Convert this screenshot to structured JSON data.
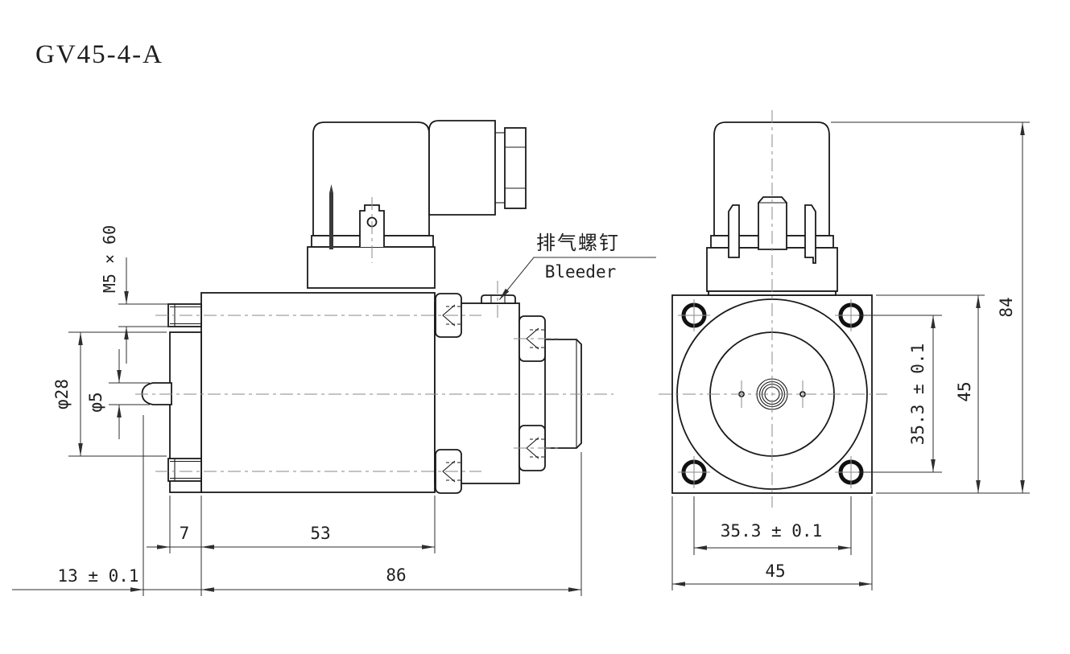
{
  "title": "GV45-4-A",
  "drawing_type": "solenoid-valve-engineering-drawing",
  "side_view": {
    "dim_bolt": "M5 × 60",
    "dim_boss_dia": "φ28",
    "dim_pin_dia": "φ5",
    "dim_plate": "7",
    "dim_coil": "53",
    "dim_pin_offset": "13 ± 0.1",
    "dim_total": "86",
    "callout_cn": "排气螺钉",
    "callout_en": "Bleeder"
  },
  "front_view": {
    "dim_hole_spacing_v": "35.3 ± 0.1",
    "dim_flange_h": "45",
    "dim_total_h": "84",
    "dim_hole_spacing_h": "35.3 ± 0.1",
    "dim_flange_w": "45"
  }
}
